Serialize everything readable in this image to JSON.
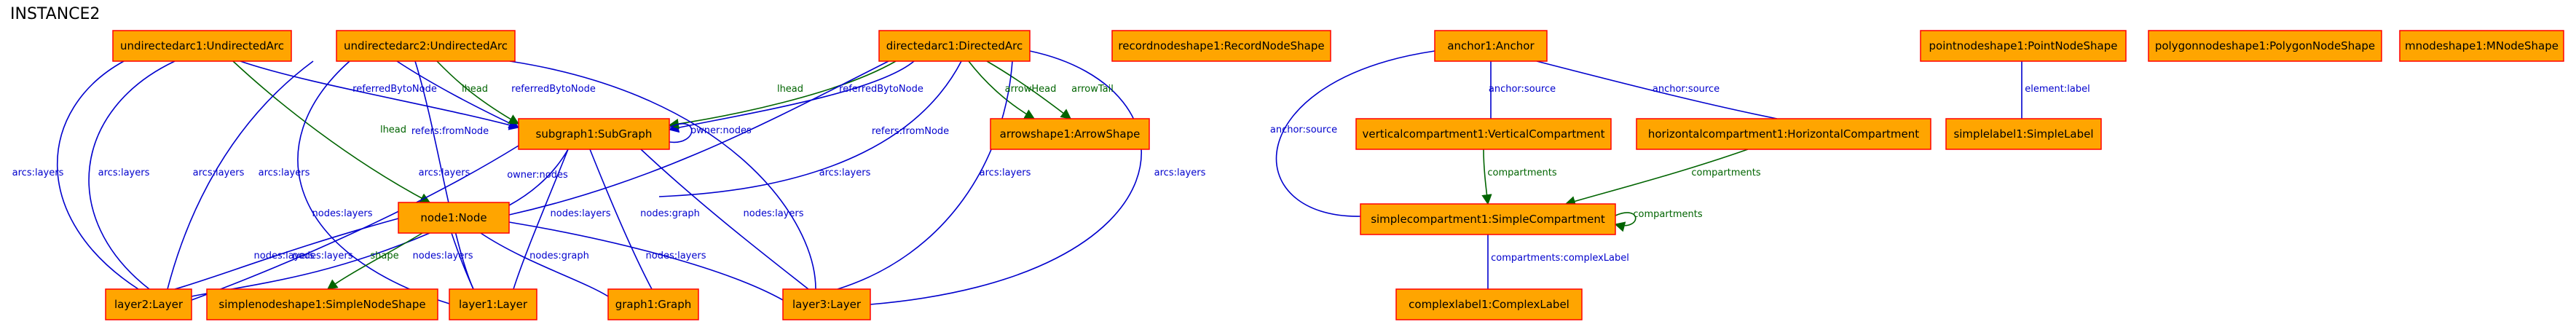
{
  "title": "INSTANCE2",
  "colors": {
    "node_fill": "#FFA500",
    "node_border": "#FF0000",
    "edge_blue": "#0000CD",
    "edge_green": "#006400"
  },
  "nodes": {
    "ua1": "undirectedarc1:UndirectedArc",
    "ua2": "undirectedarc2:UndirectedArc",
    "da1": "directedarc1:DirectedArc",
    "rns": "recordnodeshape1:RecordNodeShape",
    "sg": "subgraph1:SubGraph",
    "as": "arrowshape1:ArrowShape",
    "n1": "node1:Node",
    "l2": "layer2:Layer",
    "sns": "simplenodeshape1:SimpleNodeShape",
    "l1": "layer1:Layer",
    "g1": "graph1:Graph",
    "l3": "layer3:Layer",
    "anc": "anchor1:Anchor",
    "vc": "verticalcompartment1:VerticalCompartment",
    "hc": "horizontalcompartment1:HorizontalCompartment",
    "sc": "simplecompartment1:SimpleCompartment",
    "cl": "complexlabel1:ComplexLabel",
    "pns": "pointnodeshape1:PointNodeShape",
    "sl": "simplelabel1:SimpleLabel",
    "pgs": "polygonnodeshape1:PolygonNodeShape",
    "mns": "mnodeshape1:MNodeShape"
  },
  "edges": [
    {
      "label": "referredBytoNode",
      "color": "blue"
    },
    {
      "label": "lhead",
      "color": "green"
    },
    {
      "label": "referredBytoNode",
      "color": "blue"
    },
    {
      "label": "lhead",
      "color": "green"
    },
    {
      "label": "referredBytoNode",
      "color": "blue"
    },
    {
      "label": "lhead",
      "color": "green"
    },
    {
      "label": "arrowHead",
      "color": "green"
    },
    {
      "label": "arrowTail",
      "color": "green"
    },
    {
      "label": "owner:nodes",
      "color": "blue"
    },
    {
      "label": "refers:fromNode",
      "color": "blue"
    },
    {
      "label": "refers:fromNode",
      "color": "blue"
    },
    {
      "label": "owner:nodes",
      "color": "blue"
    },
    {
      "label": "arcs:layers",
      "color": "blue"
    },
    {
      "label": "arcs:layers",
      "color": "blue"
    },
    {
      "label": "arcs:layers",
      "color": "blue"
    },
    {
      "label": "arcs:layers",
      "color": "blue"
    },
    {
      "label": "arcs:layers",
      "color": "blue"
    },
    {
      "label": "arcs:layers",
      "color": "blue"
    },
    {
      "label": "arcs:layers",
      "color": "blue"
    },
    {
      "label": "arcs:layers",
      "color": "blue"
    },
    {
      "label": "nodes:layers",
      "color": "blue"
    },
    {
      "label": "nodes:layers",
      "color": "blue"
    },
    {
      "label": "nodes:graph",
      "color": "blue"
    },
    {
      "label": "nodes:layers",
      "color": "blue"
    },
    {
      "label": "nodes:layers",
      "color": "blue"
    },
    {
      "label": "nodes:layers",
      "color": "blue"
    },
    {
      "label": "shape",
      "color": "green"
    },
    {
      "label": "nodes:layers",
      "color": "blue"
    },
    {
      "label": "nodes:graph",
      "color": "blue"
    },
    {
      "label": "nodes:layers",
      "color": "blue"
    },
    {
      "label": "anchor:source",
      "color": "blue"
    },
    {
      "label": "anchor:source",
      "color": "blue"
    },
    {
      "label": "anchor:source",
      "color": "blue"
    },
    {
      "label": "compartments",
      "color": "green"
    },
    {
      "label": "compartments",
      "color": "green"
    },
    {
      "label": "compartments",
      "color": "green"
    },
    {
      "label": "compartments:complexLabel",
      "color": "blue"
    },
    {
      "label": "element:label",
      "color": "blue"
    }
  ]
}
